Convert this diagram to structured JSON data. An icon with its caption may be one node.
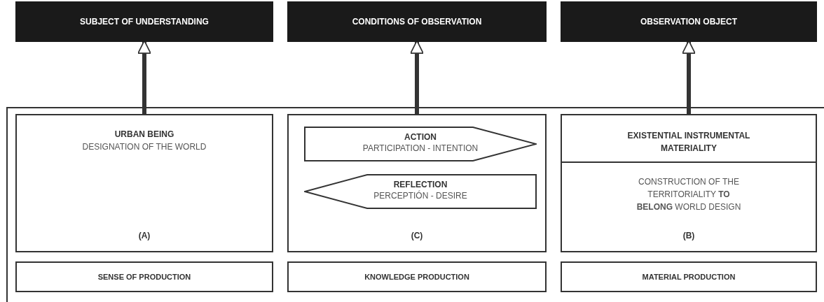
{
  "diagram": {
    "nodes": [
      {
        "text": [
          "SUBJECT OF UNDERSTANDING"
        ]
      },
      {
        "text": [
          "CONDITIONS OF OBSERVATION"
        ]
      },
      {
        "text": [
          "OBSERVATION OBJECT"
        ]
      },
      {
        "text": [
          "URBAN BEING",
          "DESIGNATION OF THE WORLD",
          "(A)"
        ]
      },
      {
        "text": [
          "(C)"
        ]
      },
      {
        "text": [
          "ACTION",
          "PARTICIPATION - INTENTION"
        ],
        "in": 4
      },
      {
        "text": [
          "REFLECTION",
          "PERCEPTIÓN - DESIRE"
        ],
        "in": 4
      },
      {
        "text": [
          "EXISTENTIAL INSTRUMENTAL MATERIALITY",
          "CONSTRUCTION OF THE TERRITORIALITY **TO BELONG** WORLD DESIGN",
          "(B)"
        ]
      },
      {
        "text": [
          "SENSE OF PRODUCTION"
        ]
      },
      {
        "text": [
          "KNOWLEDGE PRODUCTION"
        ]
      },
      {
        "text": [
          "MATERIAL PRODUCTION"
        ]
      }
    ],
    "edges": [
      {
        "from": 3,
        "to": 0,
        "arrow": "to"
      },
      {
        "from": 4,
        "to": 1,
        "arrow": "to"
      },
      {
        "from": 7,
        "to": 2,
        "arrow": "to"
      }
    ]
  }
}
